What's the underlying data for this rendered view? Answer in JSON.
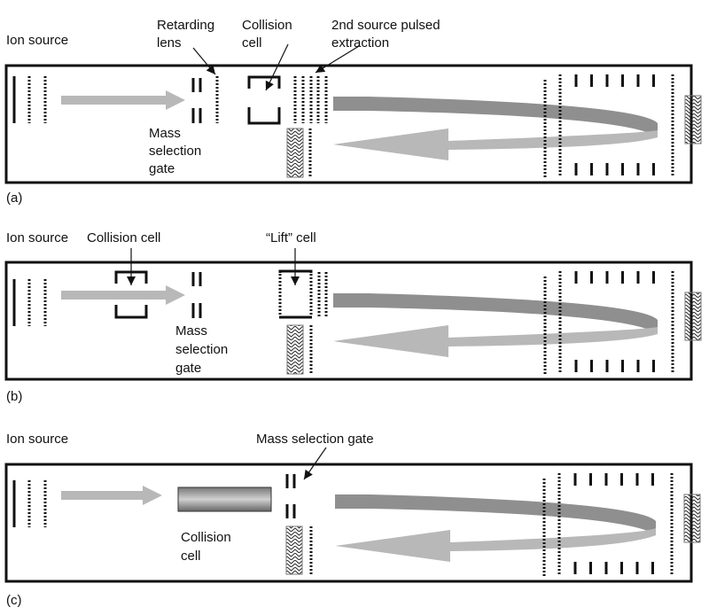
{
  "figure": {
    "panels": [
      {
        "id": "a",
        "caption": "(a)",
        "labels": {
          "ion_source": "Ion source",
          "retarding_lens_1": "Retarding",
          "retarding_lens_2": "lens",
          "collision_cell_1": "Collision",
          "collision_cell_2": "cell",
          "second_source_1": "2nd source pulsed",
          "second_source_2": "extraction",
          "mass_gate_1": "Mass",
          "mass_gate_2": "selection",
          "mass_gate_3": "gate"
        }
      },
      {
        "id": "b",
        "caption": "(b)",
        "labels": {
          "ion_source": "Ion source",
          "collision_cell": "Collision cell",
          "lift_cell": "“Lift” cell",
          "mass_gate_1": "Mass",
          "mass_gate_2": "selection",
          "mass_gate_3": "gate"
        }
      },
      {
        "id": "c",
        "caption": "(c)",
        "labels": {
          "ion_source": "Ion source",
          "mass_gate": "Mass selection gate",
          "collision_cell_1": "Collision",
          "collision_cell_2": "cell"
        }
      }
    ],
    "colors": {
      "beam_light": "#b8b8b8",
      "beam_dark": "#8f8f8f",
      "frame": "#111111"
    }
  }
}
